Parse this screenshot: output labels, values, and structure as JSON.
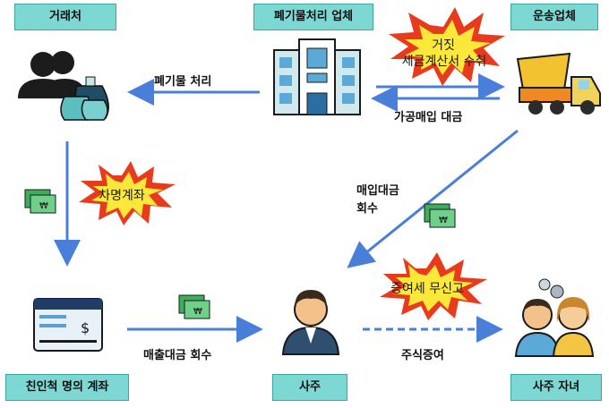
{
  "labels": {
    "client": "거래처",
    "waste_company": "폐기물처리 업체",
    "transport_company": "운송업체",
    "relative_account": "친인척 명의 계좌",
    "owner": "사주",
    "owner_children": "사주 자녀"
  },
  "flows": {
    "waste_processing": "폐기물 처리",
    "fake_purchase": "가공매입 대금",
    "purchase_recovery_line1": "매입대금",
    "purchase_recovery_line2": "회수",
    "sales_recovery": "매출대금 회수",
    "stock_gift": "주식증여"
  },
  "bursts": {
    "fake_invoice_line1": "거짓",
    "fake_invoice_line2": "세금계산서 수취",
    "borrowed_account": "차명계좌",
    "gift_tax_evasion": "증여세 무신고"
  },
  "colors": {
    "arrow": "#4a7fd9",
    "label_bg": "#7dd7d3",
    "burst_red": "#e83b1d",
    "burst_yellow": "#fbe83a"
  }
}
